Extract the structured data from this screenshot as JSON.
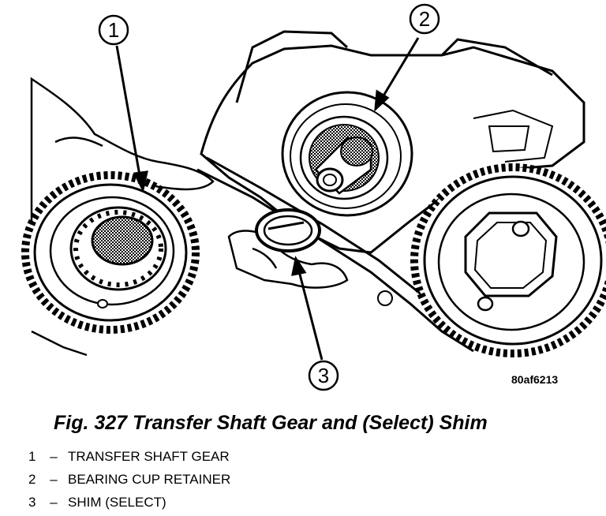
{
  "callouts": [
    {
      "number": "1"
    },
    {
      "number": "2"
    },
    {
      "number": "3"
    }
  ],
  "figure_code": "80af6213",
  "caption": "Fig. 327 Transfer Shaft Gear and (Select) Shim",
  "legend": [
    {
      "number": "1",
      "dash": "–",
      "label": "TRANSFER SHAFT GEAR"
    },
    {
      "number": "2",
      "dash": "–",
      "label": "BEARING CUP RETAINER"
    },
    {
      "number": "3",
      "dash": "–",
      "label": "SHIM (SELECT)"
    }
  ]
}
